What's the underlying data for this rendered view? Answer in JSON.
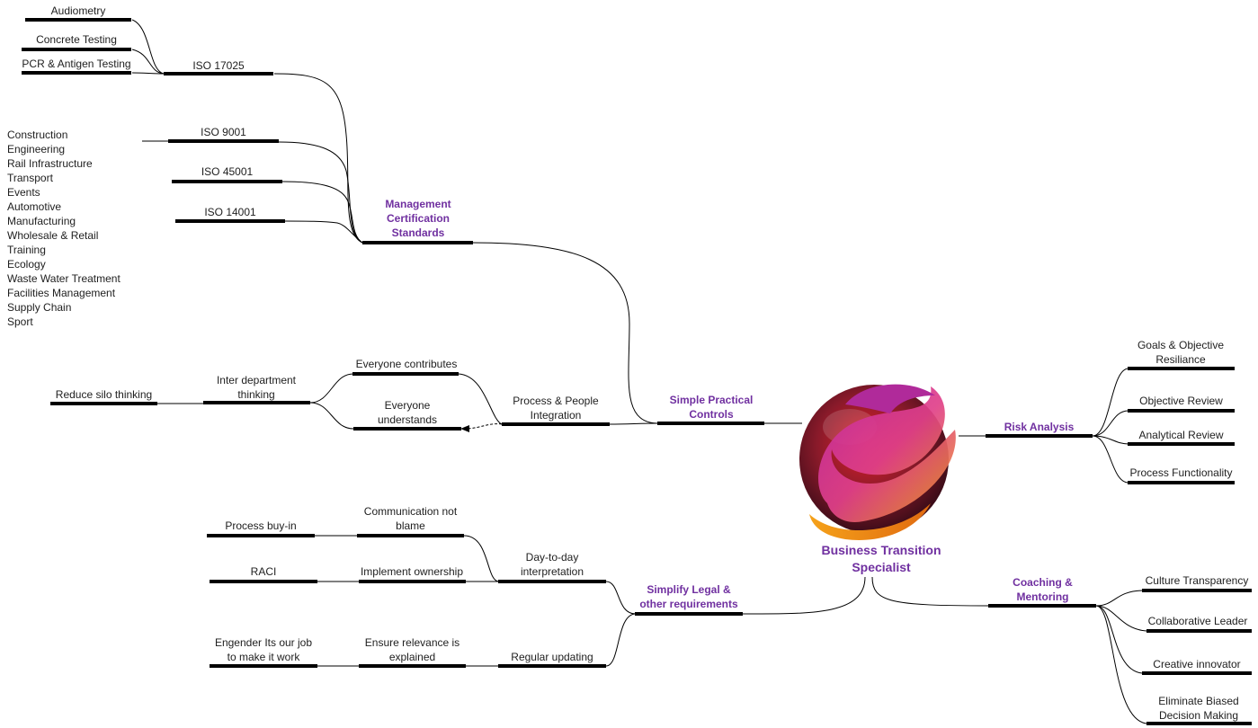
{
  "center": {
    "title": "Business Transition Specialist"
  },
  "nodes": {
    "mcs": "Management Certification Standards",
    "iso17025": "ISO 17025",
    "audiometry": "Audiometry",
    "concrete_testing": "Concrete Testing",
    "pcr_testing": "PCR & Antigen Testing",
    "iso9001": "ISO 9001",
    "iso45001": "ISO 45001",
    "iso14001": "ISO 14001",
    "simple_practical_controls": "Simple Practical Controls",
    "process_people_integration": "Process & People Integration",
    "everyone_contributes": "Everyone contributes",
    "everyone_understands": "Everyone understands",
    "inter_department_thinking": "Inter department thinking",
    "reduce_silo_thinking": "Reduce silo thinking",
    "risk_analysis": "Risk Analysis",
    "goals_objective_resiliance": "Goals & Objective Resiliance",
    "objective_review": "Objective Review",
    "analytical_review": "Analytical Review",
    "process_functionality": "Process Functionality",
    "coaching_mentoring": "Coaching & Mentoring",
    "culture_transparency": "Culture Transparency",
    "collaborative_leader": "Collaborative Leader",
    "creative_innovator": "Creative innovator",
    "eliminate_biased": "Eliminate Biased Decision Making",
    "simplify_legal": "Simplify Legal & other requirements",
    "day_to_day": "Day-to-day interpretation",
    "regular_updating": "Regular updating",
    "communication_not_blame": "Communication not blame",
    "implement_ownership": "Implement ownership",
    "ensure_relevance": "Ensure relevance is explained",
    "process_buy_in": "Process buy-in",
    "raci": "RACI",
    "engender": "Engender Its our job to make it work"
  },
  "industries": [
    "Construction",
    "Engineering",
    "Rail Infrastructure",
    "Transport",
    "Events",
    "Automotive",
    "Manufacturing",
    "Wholesale & Retail",
    "Training",
    "Ecology",
    "Waste Water Treatment",
    "Facilities Management",
    "Supply Chain",
    "Sport"
  ],
  "colors": {
    "main_topic": "#7030a0",
    "text": "#1e1e1e",
    "line": "#000000"
  },
  "icons": {
    "central_logo": "sphere-swirl-logo"
  }
}
